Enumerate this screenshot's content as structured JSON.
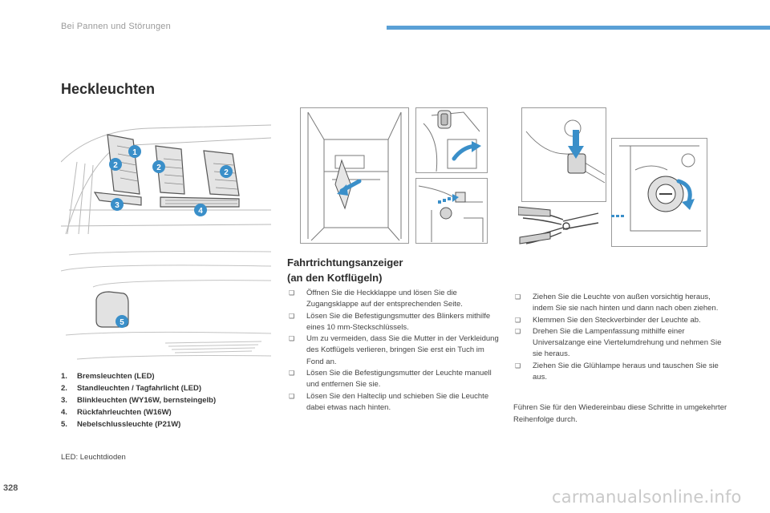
{
  "header": {
    "section_title": "Bei Pannen und Störungen",
    "accent_color": "#5aa0d6"
  },
  "page_title": "Heckleuchten",
  "figure_badges": [
    "1",
    "2",
    "2",
    "2",
    "3",
    "4",
    "5"
  ],
  "legend": [
    {
      "num": "1.",
      "label": "Bremsleuchten (LED)"
    },
    {
      "num": "2.",
      "label": "Standleuchten / Tagfahrlicht (LED)"
    },
    {
      "num": "3.",
      "label": "Blinkleuchten (WY16W, bernsteingelb)"
    },
    {
      "num": "4.",
      "label": "Rückfahrleuchten (W16W)"
    },
    {
      "num": "5.",
      "label": "Nebelschlussleuchte (P21W)"
    }
  ],
  "led_note": "LED: Leuchtdioden",
  "section": {
    "title_line1": "Fahrtrichtungsanzeiger",
    "title_line2": "(an den Kotflügeln)",
    "steps_left": [
      "Öffnen Sie die Heckklappe und lösen Sie die Zugangsklappe auf der entsprechenden Seite.",
      "Lösen Sie die Befestigungsmutter des Blinkers mithilfe eines 10 mm-Steckschlüssels.",
      "Um zu vermeiden, dass Sie die Mutter in der Verkleidung des Kotflügels verlieren, bringen Sie erst ein Tuch im Fond an.",
      "Lösen Sie die Befestigungsmutter der Leuchte manuell und entfernen Sie sie.",
      "Lösen Sie den Halteclip und schieben Sie die Leuchte dabei etwas nach hinten."
    ],
    "steps_right": [
      "Ziehen Sie die Leuchte von außen vorsichtig heraus, indem Sie sie nach hinten und dann nach oben ziehen.",
      "Klemmen Sie den Steckverbinder der Leuchte ab.",
      "Drehen Sie die Lampenfassung mithilfe einer Universalzange eine Viertelumdrehung und nehmen Sie sie heraus.",
      "Ziehen Sie die Glühlampe heraus und tauschen Sie sie aus."
    ],
    "note": "Führen Sie für den Wiedereinbau diese Schritte in umgekehrter Reihenfolge durch.",
    "bullet_glyph": "❑"
  },
  "page_number": "328",
  "watermark": "carmanualsonline.info"
}
